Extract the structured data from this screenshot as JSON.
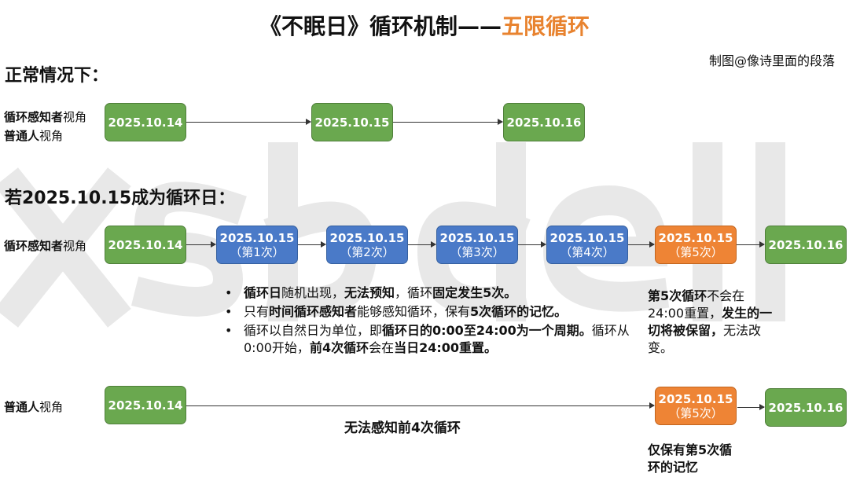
{
  "watermark": "xsbdell",
  "title": {
    "main": "《不眠日》循环机制——",
    "highlight": "五限循环"
  },
  "credit": "制图@像诗里面的段落",
  "section_normal": {
    "heading": "正常情况下：",
    "labels": [
      [
        {
          "t": "循环感知者",
          "b": true
        },
        {
          "t": "视角",
          "b": false
        }
      ],
      [
        {
          "t": "普通人",
          "b": true
        },
        {
          "t": "视角",
          "b": false
        }
      ]
    ],
    "boxes": [
      "2025.10.14",
      "2025.10.15",
      "2025.10.16"
    ]
  },
  "section_loop": {
    "heading": "若2025.10.15成为循环日：",
    "aware_label": [
      {
        "t": "循环感知者",
        "b": true
      },
      {
        "t": "视角",
        "b": false
      }
    ],
    "aware_boxes": [
      {
        "date": "2025.10.14",
        "sub": ""
      },
      {
        "date": "2025.10.15",
        "sub": "（第1次）"
      },
      {
        "date": "2025.10.15",
        "sub": "（第2次）"
      },
      {
        "date": "2025.10.15",
        "sub": "（第3次）"
      },
      {
        "date": "2025.10.15",
        "sub": "（第4次）"
      },
      {
        "date": "2025.10.15",
        "sub": "（第5次）"
      },
      {
        "date": "2025.10.16",
        "sub": ""
      }
    ],
    "bullets": [
      [
        {
          "t": "循环日",
          "b": true
        },
        {
          "t": "随机出现，",
          "b": false
        },
        {
          "t": "无法预知",
          "b": true
        },
        {
          "t": "，循环",
          "b": false
        },
        {
          "t": "固定发生5次。",
          "b": true
        }
      ],
      [
        {
          "t": "只有",
          "b": false
        },
        {
          "t": "时间循环感知者",
          "b": true
        },
        {
          "t": "能够感知循环，保有",
          "b": false
        },
        {
          "t": "5次循环的记忆。",
          "b": true
        }
      ],
      [
        {
          "t": "循环以自然日为单位，即",
          "b": false
        },
        {
          "t": "循环日的0:00至24:00为一个周期。",
          "b": true
        },
        {
          "t": "循环从0:00开始，",
          "b": false
        },
        {
          "t": "前4次循环",
          "b": true
        },
        {
          "t": "会在",
          "b": false
        },
        {
          "t": "当日24:00重置。",
          "b": true
        }
      ]
    ],
    "fifth_note": [
      {
        "t": "第5次循环",
        "b": true
      },
      {
        "t": "不会在24:00重置，",
        "b": false
      },
      {
        "t": "发生的一切将被保留，",
        "b": true
      },
      {
        "t": "无法改变。",
        "b": false
      }
    ],
    "ordinary_label": [
      {
        "t": "普通人",
        "b": true
      },
      {
        "t": "视角",
        "b": false
      }
    ],
    "ordinary_boxes": [
      {
        "date": "2025.10.14",
        "sub": ""
      },
      {
        "date": "2025.10.15",
        "sub": "（第5次）"
      },
      {
        "date": "2025.10.16",
        "sub": ""
      }
    ],
    "ordinary_arrow_caption": "无法感知前4次循环",
    "ordinary_note": "仅保有第5次循环的记忆"
  },
  "colors": {
    "green": "#6aa84f",
    "blue": "#4a7ac8",
    "orange": "#ee8435",
    "title_highlight": "#e8832f"
  }
}
